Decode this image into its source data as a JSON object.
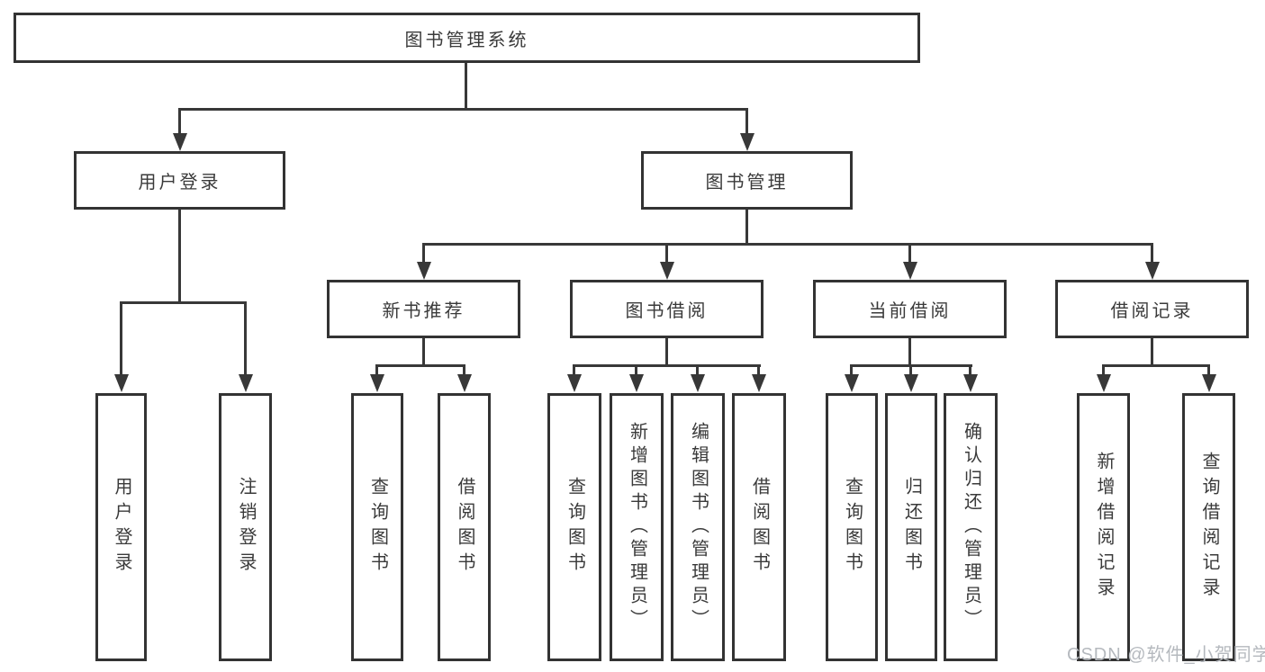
{
  "diagram": {
    "title": "图书管理系统",
    "root": {
      "label": "图书管理系统"
    },
    "level2": {
      "user_login": {
        "label": "用户登录",
        "children": [
          "用户登录",
          "注销登录"
        ]
      },
      "book_mgmt": {
        "label": "图书管理"
      }
    },
    "level3": {
      "new_books": {
        "label": "新书推荐",
        "children": [
          "查询图书",
          "借阅图书"
        ]
      },
      "book_borrow": {
        "label": "图书借阅",
        "children": [
          "查询图书",
          "新增图书（管理员）",
          "编辑图书（管理员）",
          "借阅图书"
        ]
      },
      "current_borrow": {
        "label": "当前借阅",
        "children": [
          "查询图书",
          "归还图书",
          "确认归还（管理员）"
        ]
      },
      "borrow_records": {
        "label": "借阅记录",
        "children": [
          "新增借阅记录",
          "查询借阅记录"
        ]
      }
    },
    "colors": {
      "line": "#383838",
      "box_border": "#333333",
      "text": "#3a3a3a",
      "background": "#ffffff",
      "watermark": "#b5b9be"
    }
  },
  "watermark": {
    "text": "CSDN @软件_小贺同学"
  }
}
